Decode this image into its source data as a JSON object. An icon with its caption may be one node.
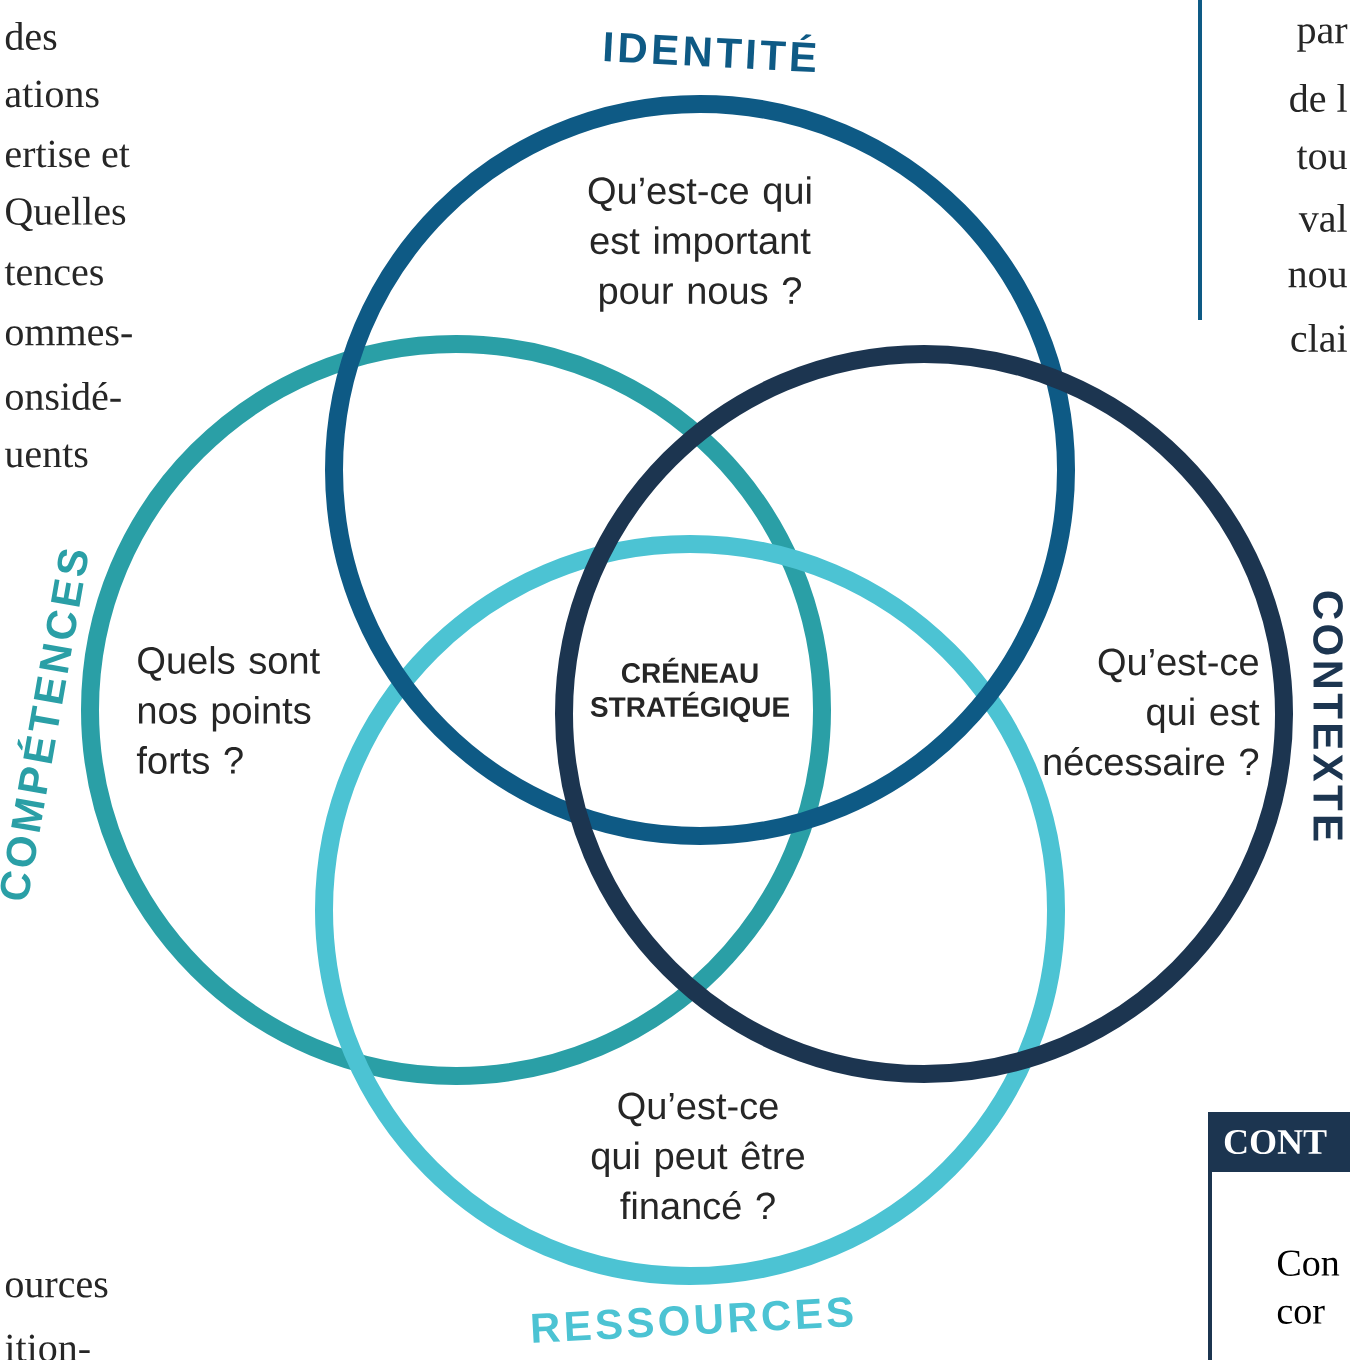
{
  "diagram": {
    "nodes": [
      {
        "text": [
          "IDENTITÉ",
          "Qu’est-ce qui est important pour nous ?"
        ]
      },
      {
        "text": [
          "COMPÉTENCES",
          "Quels sont nos points forts ?"
        ]
      },
      {
        "text": [
          "CONTEXTE",
          "Qu’est-ce qui est nécessaire ?"
        ]
      },
      {
        "text": [
          "RESSOURCES",
          "Qu’est-ce qui peut être financé ?"
        ]
      },
      {
        "text": [
          "CONT",
          "Con cor"
        ]
      }
    ],
    "labels": [
      "CRÉNEAU STRATÉGIQUE",
      "des",
      "ations",
      "ertise et",
      "Quelles",
      "tences",
      "ommes-",
      "onsidé-",
      "uents",
      "par",
      "de l",
      "tou",
      "val",
      "nou",
      "clai",
      "ources",
      "ition-"
    ]
  }
}
